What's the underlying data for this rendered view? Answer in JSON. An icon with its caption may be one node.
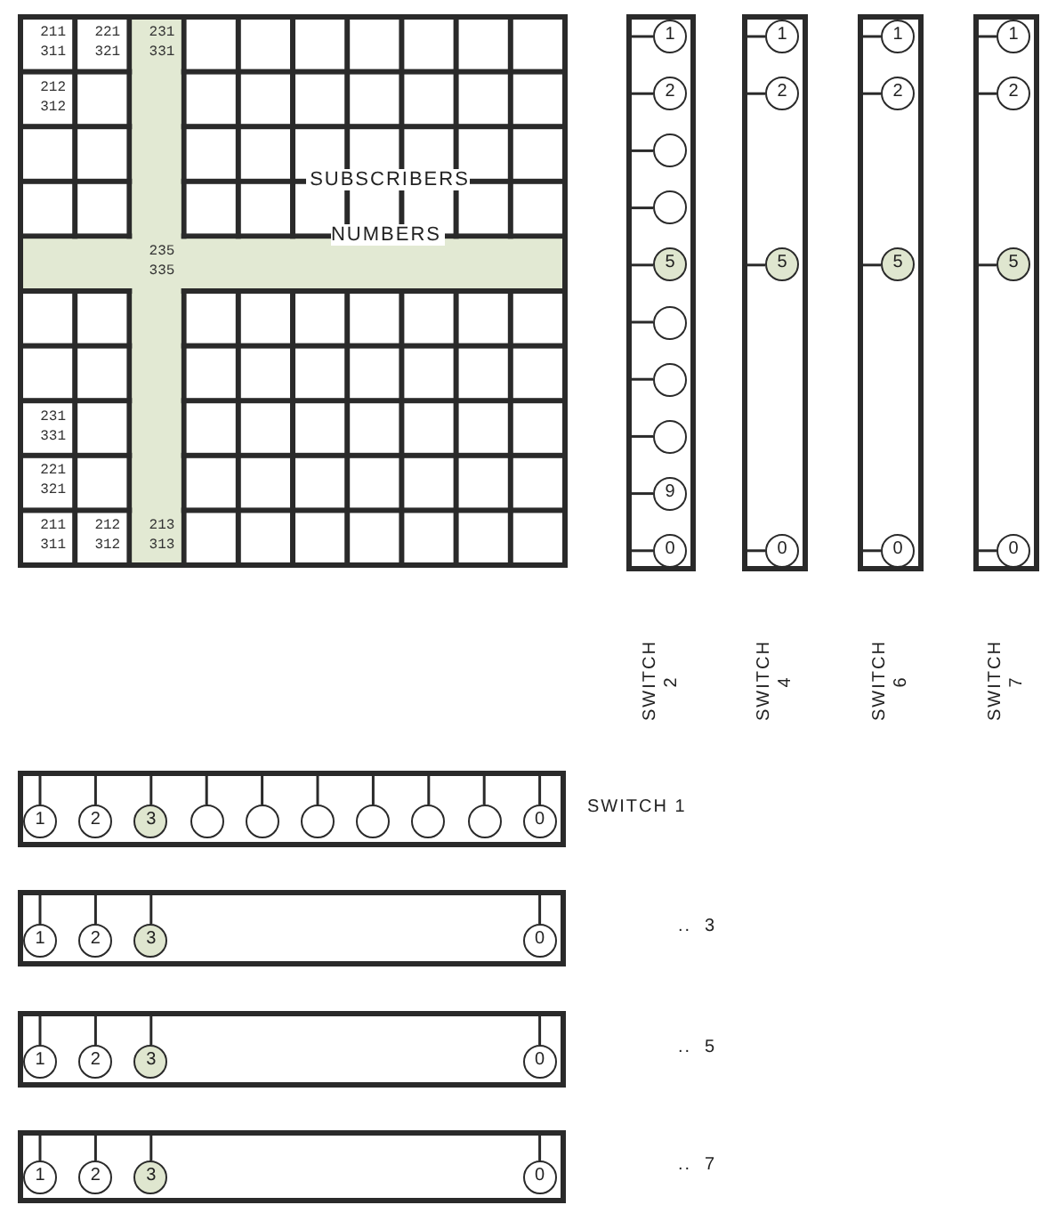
{
  "diagram": {
    "nodes": [
      {
        "text": [
          "SUBSCRIBERS NUMBERS"
        ]
      },
      {
        "text": [],
        "shape": "bar",
        "beside": [
          "SWITCH 2"
        ]
      },
      {
        "text": [
          "1"
        ],
        "in": 1
      },
      {
        "text": [
          "2"
        ],
        "in": 1
      },
      {
        "text": [],
        "shape": "circle",
        "in": 1
      },
      {
        "text": [],
        "shape": "circle",
        "in": 1
      },
      {
        "text": [
          "5"
        ],
        "in": 1
      },
      {
        "text": [],
        "shape": "circle",
        "in": 1
      },
      {
        "text": [],
        "shape": "circle",
        "in": 1
      },
      {
        "text": [],
        "shape": "circle",
        "in": 1
      },
      {
        "text": [
          "9"
        ],
        "in": 1
      },
      {
        "text": [
          "0"
        ],
        "in": 1
      },
      {
        "text": [],
        "shape": "bar",
        "beside": [
          "SWITCH 4"
        ]
      },
      {
        "text": [
          "1"
        ],
        "in": 12
      },
      {
        "text": [
          "2"
        ],
        "in": 12
      },
      {
        "text": [
          "5"
        ],
        "in": 12
      },
      {
        "text": [
          "0"
        ],
        "in": 12
      },
      {
        "text": [],
        "shape": "bar",
        "beside": [
          "SWITCH 6"
        ]
      },
      {
        "text": [
          "1"
        ],
        "in": 17
      },
      {
        "text": [
          "2"
        ],
        "in": 17
      },
      {
        "text": [
          "5"
        ],
        "in": 17
      },
      {
        "text": [
          "0"
        ],
        "in": 17
      },
      {
        "text": [],
        "shape": "bar",
        "beside": [
          "SWITCH 7"
        ]
      },
      {
        "text": [
          "1"
        ],
        "in": 22
      },
      {
        "text": [
          "2"
        ],
        "in": 22
      },
      {
        "text": [
          "5"
        ],
        "in": 22
      },
      {
        "text": [
          "0"
        ],
        "in": 22
      },
      {
        "text": [],
        "shape": "bar",
        "beside": [
          "SWITCH 1"
        ]
      },
      {
        "text": [
          "1"
        ],
        "in": 27
      },
      {
        "text": [
          "2"
        ],
        "in": 27
      },
      {
        "text": [
          "3"
        ],
        "in": 27
      },
      {
        "text": [],
        "shape": "circle",
        "in": 27
      },
      {
        "text": [],
        "shape": "circle",
        "in": 27
      },
      {
        "text": [],
        "shape": "circle",
        "in": 27
      },
      {
        "text": [],
        "shape": "circle",
        "in": 27
      },
      {
        "text": [],
        "shape": "circle",
        "in": 27
      },
      {
        "text": [],
        "shape": "circle",
        "in": 27
      },
      {
        "text": [
          "0"
        ],
        "in": 27
      },
      {
        "text": [],
        "shape": "bar",
        "beside": [
          "..",
          "3"
        ]
      },
      {
        "text": [
          "1"
        ],
        "in": 38
      },
      {
        "text": [
          "2"
        ],
        "in": 38
      },
      {
        "text": [
          "3"
        ],
        "in": 38
      },
      {
        "text": [
          "0"
        ],
        "in": 38
      },
      {
        "text": [],
        "shape": "bar",
        "beside": [
          "..",
          "5"
        ]
      },
      {
        "text": [
          "1"
        ],
        "in": 43
      },
      {
        "text": [
          "2"
        ],
        "in": 43
      },
      {
        "text": [
          "3"
        ],
        "in": 43
      },
      {
        "text": [
          "0"
        ],
        "in": 43
      },
      {
        "text": [],
        "shape": "bar",
        "beside": [
          "..",
          "7"
        ]
      },
      {
        "text": [
          "1"
        ],
        "in": 48
      },
      {
        "text": [
          "2"
        ],
        "in": 48
      },
      {
        "text": [
          "3"
        ],
        "in": 48
      },
      {
        "text": [
          "0"
        ],
        "in": 48
      }
    ],
    "labels": [
      "211 311",
      "221 321",
      "231 331",
      "212 312",
      "235 335",
      "231 331",
      "221 321",
      "211 311",
      "212 312",
      "213 313"
    ]
  }
}
